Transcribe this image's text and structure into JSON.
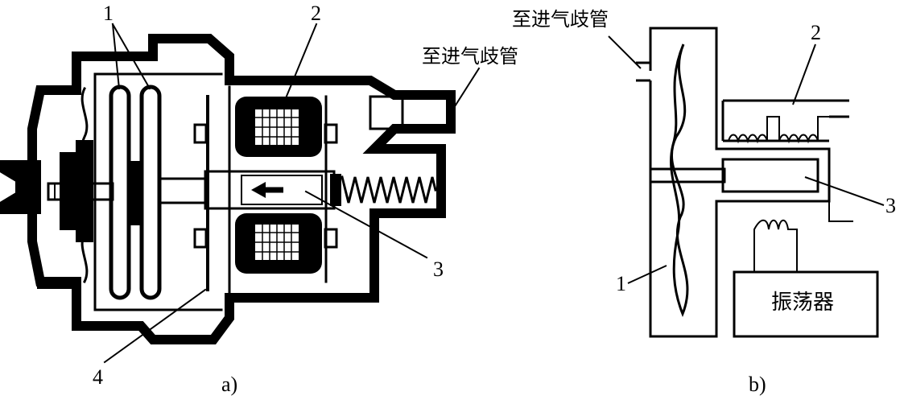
{
  "diagram_a": {
    "caption": "a)",
    "label_1": "1",
    "label_2": "2",
    "label_3": "3",
    "label_4": "4",
    "port_label": "至进气歧管"
  },
  "diagram_b": {
    "caption": "b)",
    "label_1": "1",
    "label_2": "2",
    "label_3": "3",
    "port_label": "至进气歧管",
    "oscillator_label": "振荡器"
  },
  "colors": {
    "ink": "#000000",
    "paper": "#ffffff"
  }
}
